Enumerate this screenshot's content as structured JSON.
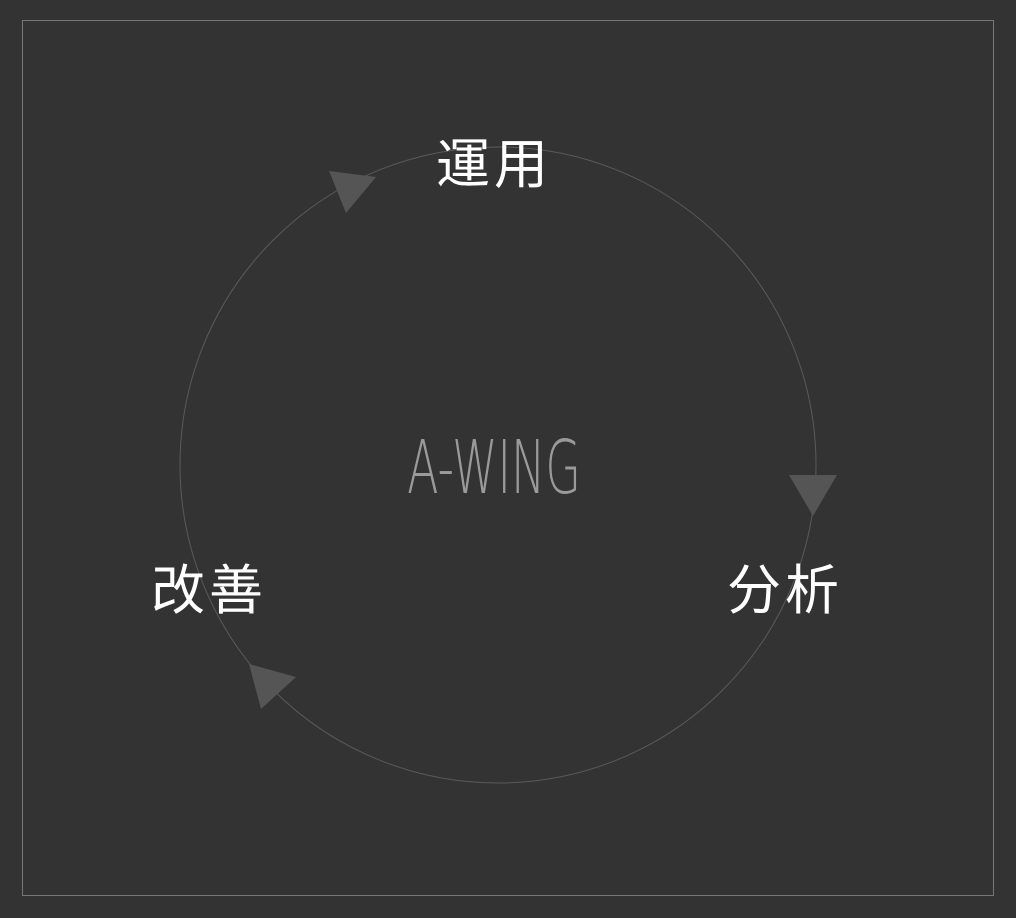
{
  "diagram": {
    "center_label": "A-WING",
    "nodes": [
      "運用",
      "分析",
      "改善"
    ],
    "colors": {
      "background": "#333333",
      "text": "#ffffff",
      "center_text": "#9a9a9a",
      "arrow": "#555555",
      "circle": "#5a5a5a"
    }
  }
}
